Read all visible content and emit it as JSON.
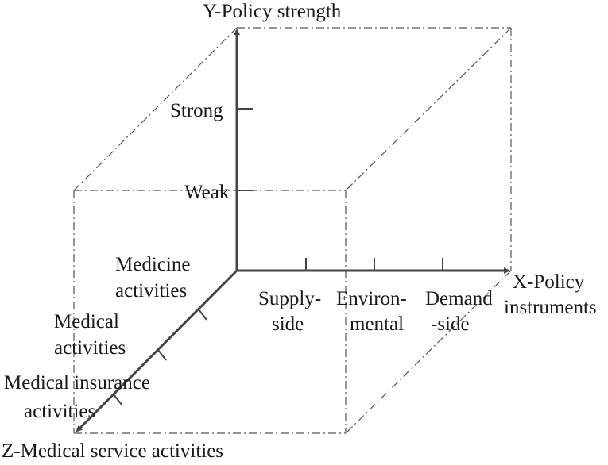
{
  "diagram": {
    "y_axis": {
      "title": "Y-Policy strength",
      "ticks": [
        "Strong",
        "Weak"
      ]
    },
    "x_axis": {
      "title_lines": [
        "X-Policy",
        "instruments"
      ],
      "categories": [
        [
          "Supply-",
          "side"
        ],
        [
          "Environ-",
          "mental"
        ],
        [
          "Demand",
          "-side"
        ]
      ]
    },
    "z_axis": {
      "title": "Z-Medical service activities",
      "categories": [
        [
          "Medicine",
          "activities"
        ],
        [
          "Medical",
          "activities"
        ],
        [
          "Medical insurance",
          "activities"
        ]
      ]
    },
    "colors": {
      "axis": "#444444",
      "box": "#555555",
      "text": "#1a1a1a"
    }
  }
}
